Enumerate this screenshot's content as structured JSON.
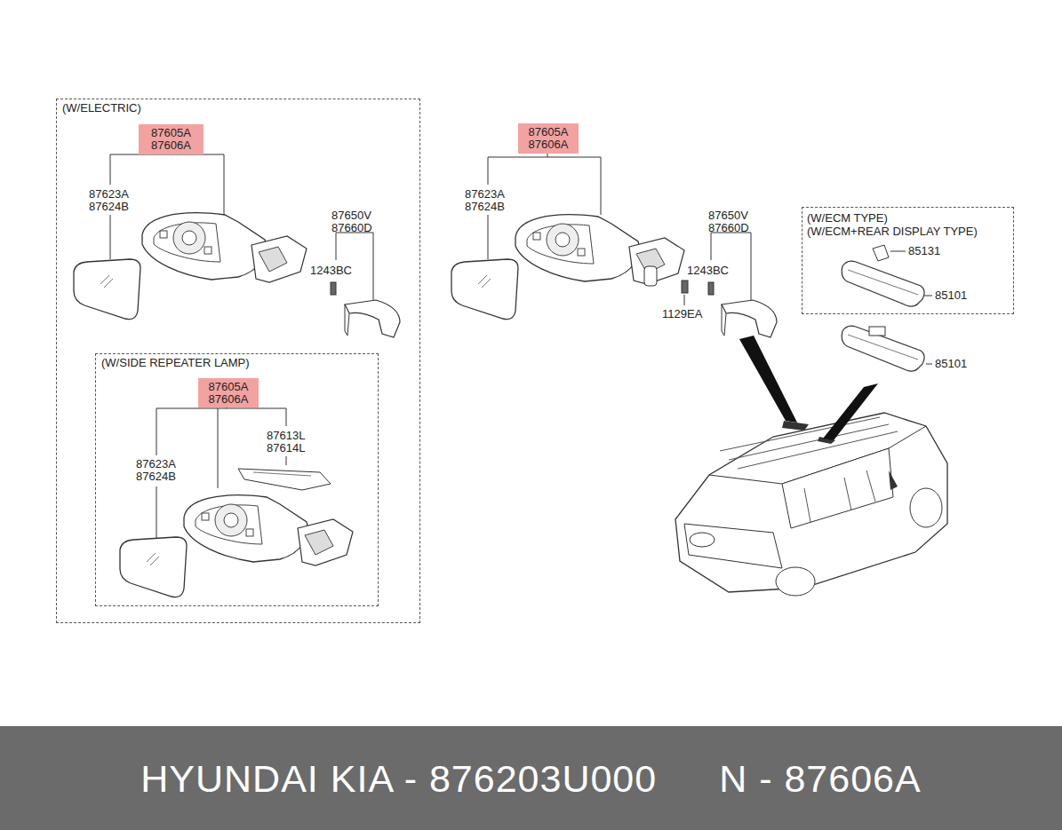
{
  "diagram": {
    "nodes": [
      {
        "text": [
          "(W/ELECTRIC)"
        ]
      },
      {
        "text": [
          "87605A",
          "87606A"
        ],
        "in": 0
      },
      {
        "text": [
          "(W/SIDE REPEATER LAMP)"
        ],
        "in": 0
      },
      {
        "text": [
          "87605A",
          "87606A"
        ],
        "in": 2
      },
      {
        "text": [
          "87605A",
          "87606A"
        ]
      },
      {
        "text": [
          "(W/ECM TYPE)",
          "(W/ECM+REAR DISPLAY TYPE)"
        ]
      },
      {
        "text": [
          "HYUNDAI KIA - 876203U000",
          "N - 87606A"
        ]
      }
    ],
    "labels": [
      "87623A",
      "87624B",
      "87650V",
      "87660D",
      "1243BC",
      "87613L",
      "87614L",
      "87623A",
      "87624B",
      "87623A",
      "87624B",
      "87650V",
      "87660D",
      "1243BC",
      "1129EA",
      "85131",
      "85101",
      "85101"
    ]
  }
}
